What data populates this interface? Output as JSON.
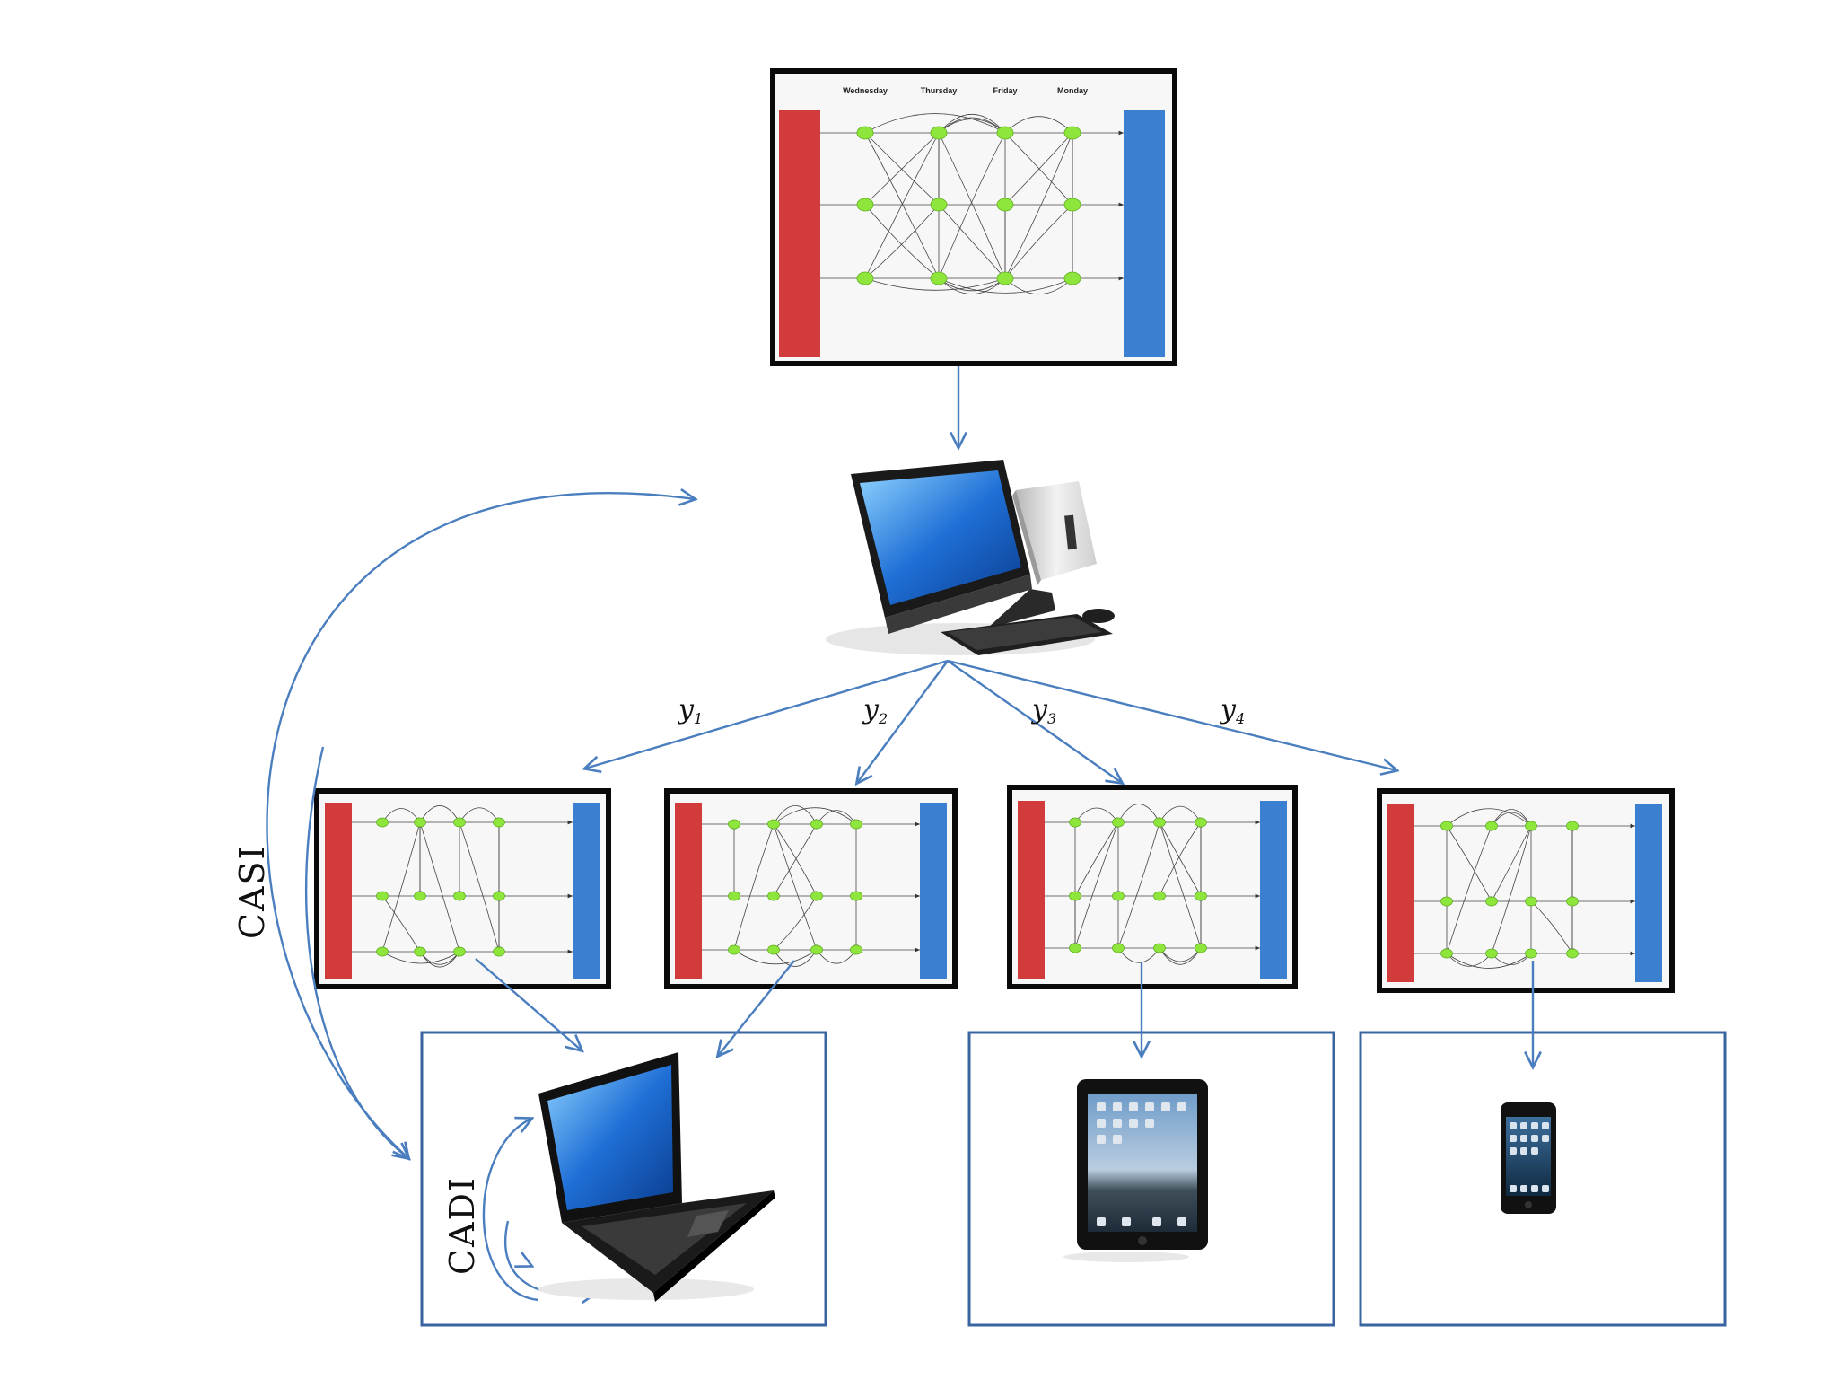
{
  "top_network": {
    "day_labels": [
      "Wednesday",
      "Thursday",
      "Friday",
      "Monday"
    ]
  },
  "split_labels": [
    {
      "base": "y",
      "sub": "1"
    },
    {
      "base": "y",
      "sub": "2"
    },
    {
      "base": "y",
      "sub": "3"
    },
    {
      "base": "y",
      "sub": "4"
    }
  ],
  "casi_label": "CASI",
  "cadi_label": "CADI",
  "colors": {
    "arrow": "#4a7ebf",
    "box_border": "#3a64a0",
    "source_bar": "#d13b3b",
    "sink_bar": "#3a7fd0",
    "node": "#8ee63c",
    "frame": "#0a0a0a"
  },
  "icons": [
    "desktop-computer-icon",
    "laptop-icon",
    "tablet-icon",
    "smartphone-icon"
  ]
}
